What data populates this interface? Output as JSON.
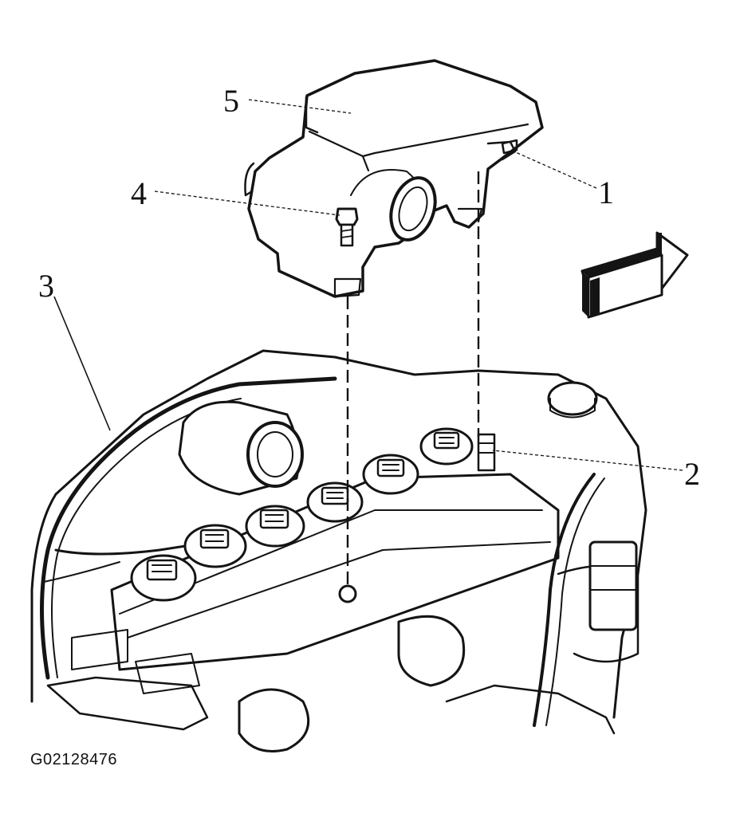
{
  "figure": {
    "id": "G02128476",
    "orientation_arrow": "right-arrow-icon"
  },
  "callouts": [
    {
      "number": "1",
      "part": "mounting-stud"
    },
    {
      "number": "2",
      "part": "stud-hole"
    },
    {
      "number": "3",
      "part": "engine-wiring-harness"
    },
    {
      "number": "4",
      "part": "bolt"
    },
    {
      "number": "5",
      "part": "engine-sight-shield"
    }
  ],
  "colors": {
    "ink": "#141414",
    "background": "#ffffff"
  }
}
